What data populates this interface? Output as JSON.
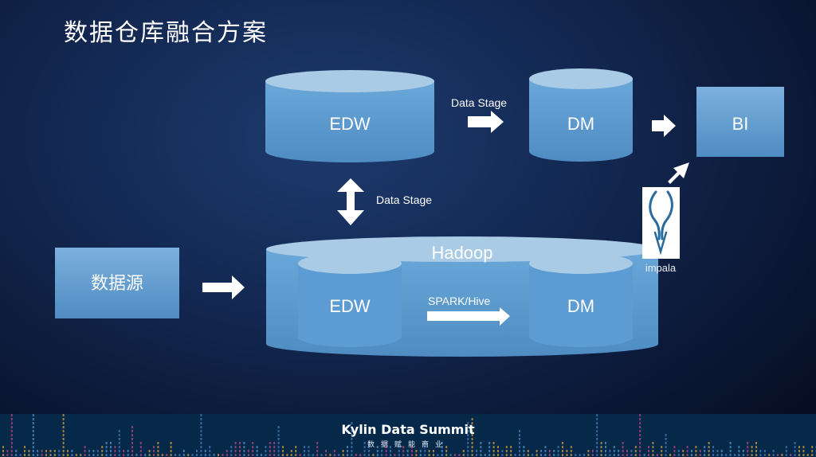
{
  "slide": {
    "title": "数据仓库融合方案"
  },
  "diagram": {
    "top_row": {
      "edw_label": "EDW",
      "dm_label": "DM",
      "bi_label": "BI",
      "edw_to_dm_arrow_label": "Data Stage"
    },
    "vertical_link_label": "Data Stage",
    "source_label": "数据源",
    "hadoop": {
      "label": "Hadoop",
      "edw_label": "EDW",
      "dm_label": "DM",
      "arrow_label": "SPARK/Hive"
    },
    "impala": {
      "icon": "impala-antelope-logo",
      "label": "impala"
    },
    "colors": {
      "cylinder_body": "#5f9fd3",
      "cylinder_top": "#a9cbe6",
      "box_fill": "#6aa5d8",
      "arrow_fill": "#ffffff"
    }
  },
  "footer": {
    "brand": "Kylin Data Summit",
    "tagline": "数据赋能商业"
  }
}
